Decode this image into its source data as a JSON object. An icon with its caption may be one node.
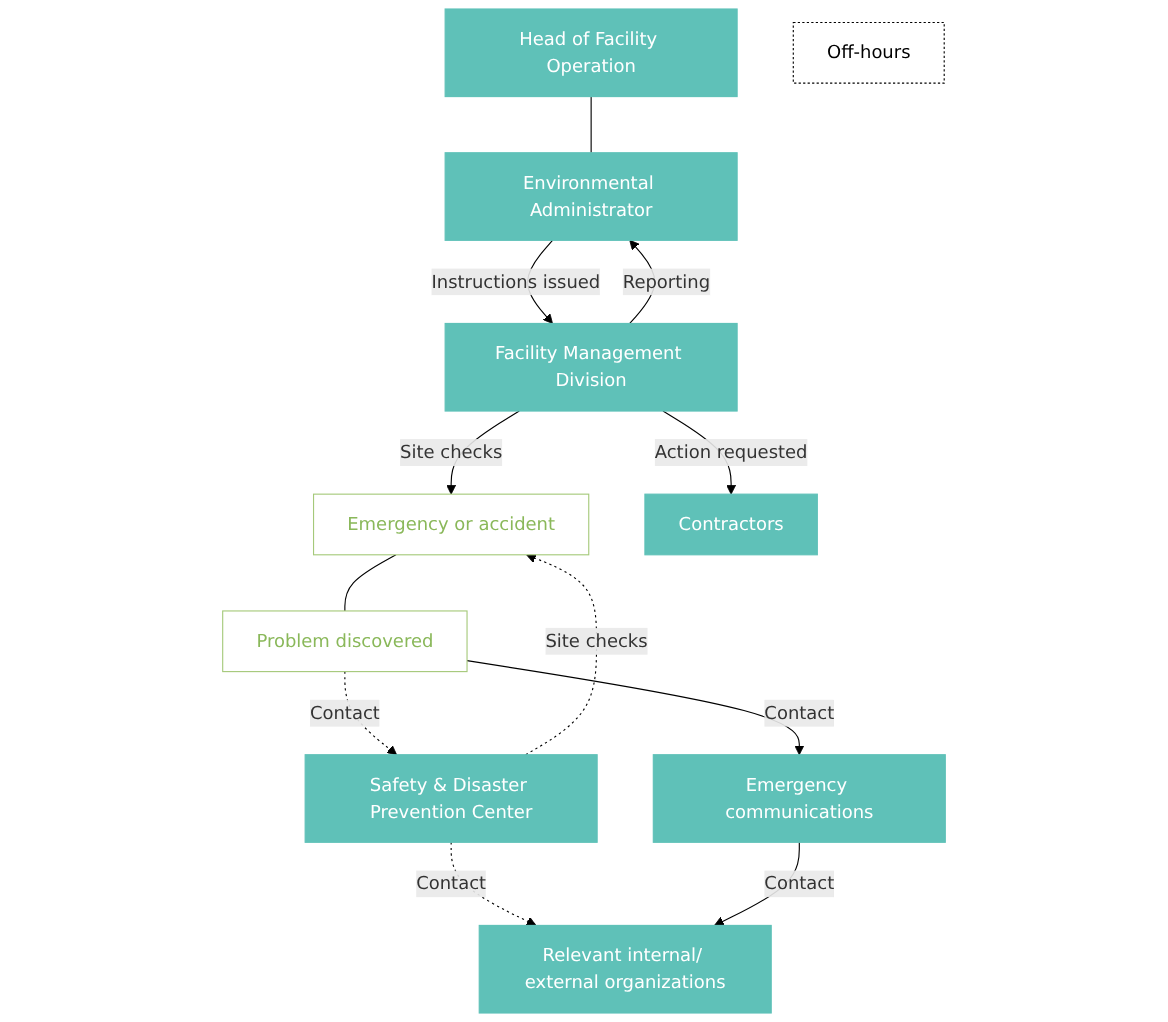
{
  "diagram": {
    "nodes": [
      {
        "text": [
          "Head of Facility Operation"
        ]
      },
      {
        "text": [
          "Emergency or accident"
        ]
      },
      {
        "text": [
          "Off-hours"
        ]
      },
      {
        "text": [
          "Environmental Administrator"
        ]
      },
      {
        "text": [
          "Problem discovered"
        ]
      },
      {
        "text": [
          "Safety & Disaster Prevention Center"
        ]
      },
      {
        "text": [
          "Facility Management Division"
        ]
      },
      {
        "text": [
          "Emergency communications"
        ]
      },
      {
        "text": [
          "Contractors"
        ]
      },
      {
        "text": [
          "Relevant internal/ external organizations"
        ]
      }
    ],
    "edges": [
      {
        "from": 0,
        "to": 3,
        "arrow": "none"
      },
      {
        "from": 1,
        "to": 4,
        "arrow": "none"
      },
      {
        "from": 6,
        "to": 1,
        "arrow": "to",
        "label": "Site checks"
      },
      {
        "from": 6,
        "to": 3,
        "arrow": "to",
        "label": "Reporting"
      },
      {
        "from": 3,
        "to": 6,
        "arrow": "to",
        "label": "Instructions issued"
      },
      {
        "from": 4,
        "to": 5,
        "arrow": "to",
        "label": "Contact",
        "style": "dashed"
      },
      {
        "from": 5,
        "to": 1,
        "arrow": "to",
        "label": "Site checks",
        "style": "dashed"
      },
      {
        "from": 4,
        "to": 7,
        "arrow": "to",
        "label": "Contact"
      },
      {
        "from": 5,
        "to": 9,
        "arrow": "to",
        "label": "Contact",
        "style": "dashed"
      },
      {
        "from": 6,
        "to": 8,
        "arrow": "to",
        "label": "Action requested"
      },
      {
        "from": 7,
        "to": 9,
        "arrow": "to",
        "label": "Contact"
      }
    ]
  }
}
